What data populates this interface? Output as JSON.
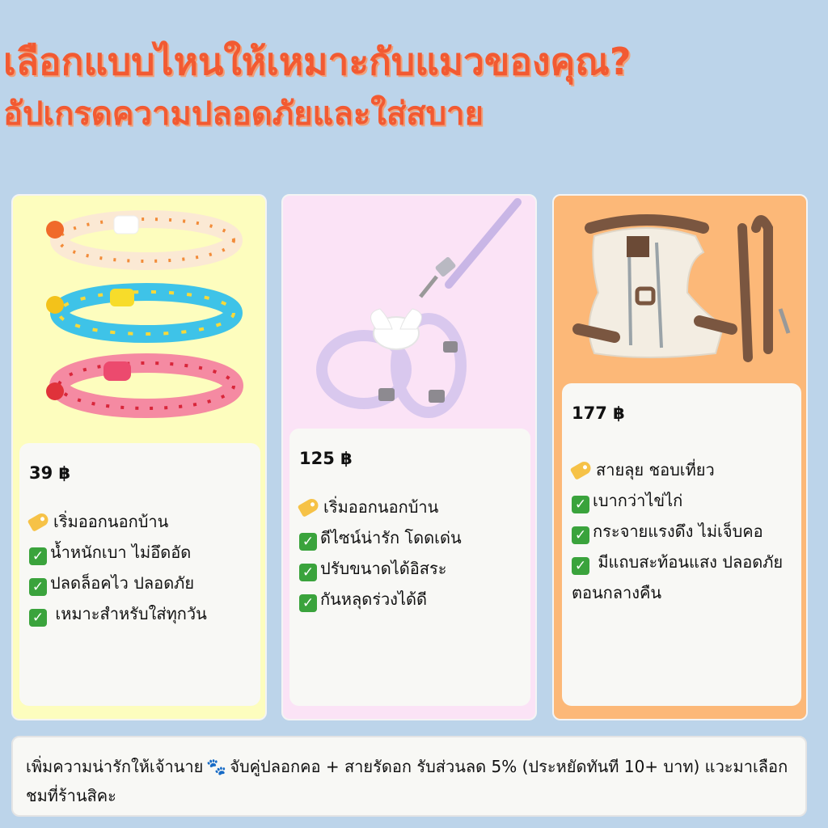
{
  "header": {
    "title_line1": "เลือกแบบไหนให้เหมาะกับแมวของคุณ?",
    "title_line2": "อัปเกรดความปลอดภัยและใส่สบาย"
  },
  "colors": {
    "background": "#bcd4ea",
    "title": "#f25a32",
    "card1": "#fdfdbe",
    "card2": "#fbe3f6",
    "card3": "#fcb878"
  },
  "products": [
    {
      "price": "39 ฿",
      "tag_label": "เริ่มออกนอกบ้าน",
      "features": [
        "น้ำหนักเบา ไม่อึดอัด",
        "ปลดล็อคไว ปลอดภัย",
        " เหมาะสำหรับใส่ทุกวัน"
      ]
    },
    {
      "price": "125 ฿",
      "tag_label": "เริ่มออกนอกบ้าน",
      "features": [
        "ดีไซน์น่ารัก โดดเด่น",
        "ปรับขนาดได้อิสระ",
        "กันหลุดร่วงได้ดี"
      ]
    },
    {
      "price": "177 ฿",
      "tag_label": "สายลุย ชอบเที่ยว",
      "features": [
        "เบากว่าไข่ไก่",
        "กระจายแรงดึง ไม่เจ็บคอ",
        " มีแถบสะท้อนแสง ปลอดภัยตอนกลางคืน"
      ]
    }
  ],
  "footer": {
    "text_before_icon": "เพิ่มความน่ารักให้เจ้านาย",
    "text_after_icon": "จับคู่ปลอกคอ + สายรัดอก รับส่วนลด 5% (ประหยัดทันที 10+ บาท) แวะมาเลือกชมที่ร้านสิคะ"
  },
  "icons": [
    "tag-icon",
    "check-icon",
    "paw-icon",
    "bell-icon"
  ]
}
